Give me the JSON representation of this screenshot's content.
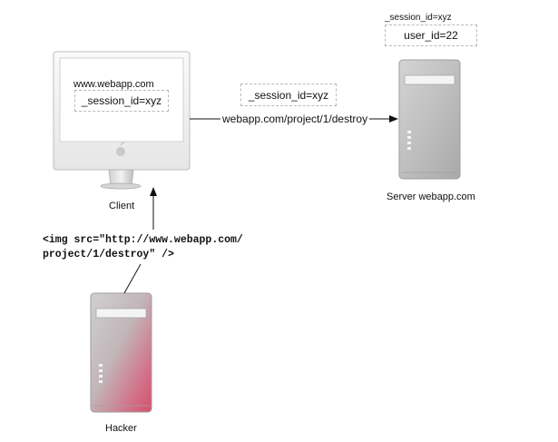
{
  "client": {
    "url_text": "www.webapp.com",
    "cookie_text": "_session_id=xyz",
    "caption": "Client"
  },
  "request": {
    "cookie_text": "_session_id=xyz",
    "url_text": "webapp.com/project/1/destroy"
  },
  "server": {
    "session_key_text": "_session_id=xyz",
    "session_value_text": "user_id=22",
    "caption": "Server webapp.com"
  },
  "attack": {
    "code_line1": "<img src=\"http://www.webapp.com/",
    "code_line2": "project/1/destroy\" />"
  },
  "hacker": {
    "caption": "Hacker"
  },
  "icons": {
    "client": "imac-computer-icon",
    "server": "tower-server-icon",
    "hacker": "hacker-tower-icon"
  },
  "colors": {
    "hacker_accent": "#d8506e",
    "server_body": "#c8c8c8",
    "screen_frame": "#f2f2f2"
  }
}
